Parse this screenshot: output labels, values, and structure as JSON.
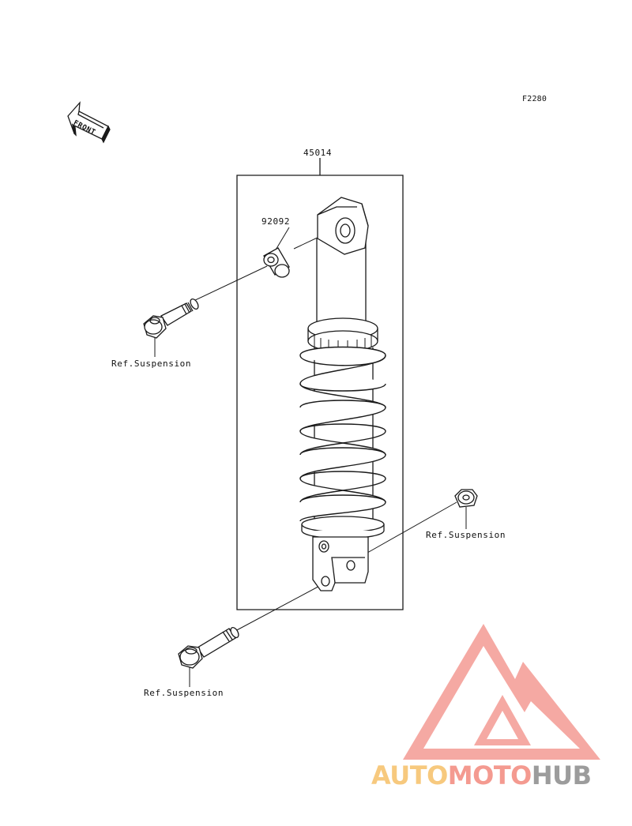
{
  "diagram": {
    "figure_code": "F2280",
    "front_arrow_label": "FRONT",
    "parts": {
      "shock_assembly": "45014",
      "collar": "92092"
    },
    "refs": {
      "upper_bolt": "Ref.Suspension",
      "lower_nut": "Ref.Suspension",
      "lower_bolt": "Ref.Suspension"
    }
  },
  "watermark": {
    "part1": "AUTO",
    "part2": "MOTO",
    "part3": "HUB",
    "colors": {
      "logo": "#f4a09a",
      "part1": "#f7c97e",
      "part2": "#f49a90",
      "part3": "#9c9c9c"
    }
  }
}
